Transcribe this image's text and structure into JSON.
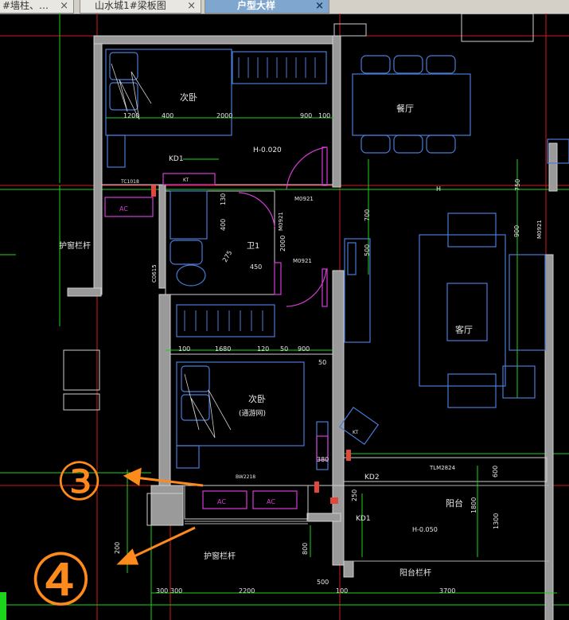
{
  "tabs": [
    {
      "label": "#墙柱、…"
    },
    {
      "label": "山水城1#梁板图"
    },
    {
      "label": "户型大样"
    }
  ],
  "plan": {
    "rooms": {
      "bedroom_top": "次卧",
      "dining": "餐厅",
      "living": "客厅",
      "bedroom_bottom": "次卧",
      "bedroom_bottom_note": "(通游网)",
      "toilet": "卫1",
      "balcony": "阳台"
    },
    "labels": {
      "kd1_top": "KD1",
      "kd1_bottom": "KD1",
      "kd2": "KD2",
      "level_top": "H-0.020",
      "level_bal": "H-0.050",
      "h_mark": "H",
      "m0921_a": "M0921",
      "m0921_b": "M0921",
      "m0921_c": "M0921",
      "m0921_d": "M0921",
      "tc1018": "TC1018",
      "bw2218": "BW2218",
      "tlm2824": "TLM2824",
      "guard_top": "护窗栏杆",
      "guard_bottom": "护窗栏杆",
      "bal_rail": "阳台栏杆",
      "ac": "AC",
      "kt": "KT",
      "c0615": "C0615"
    },
    "dims": {
      "d1200": "1200",
      "d400": "400",
      "d2000": "2000",
      "d900a": "900",
      "d100a": "100",
      "d100b": "100",
      "d1680": "1680",
      "d120": "120",
      "d50": "50",
      "d900b": "900",
      "d50b": "50",
      "d400b": "400",
      "d130": "130",
      "d2000b": "2000",
      "d450": "450",
      "d275": "275",
      "d700": "700",
      "d500": "500",
      "d750": "750",
      "d900c": "900",
      "d380": "380",
      "d200": "200",
      "d600": "600",
      "d1800": "1800",
      "d1300": "1300",
      "d250": "250",
      "d800": "800",
      "b300a": "300",
      "b300b": "300",
      "b2200": "2200",
      "b500": "500",
      "b100": "100",
      "b3700": "3700"
    },
    "annotations": [
      {
        "text": "③",
        "color": "#ff8a1c"
      },
      {
        "text": "④",
        "color": "#ff8a1c"
      }
    ]
  }
}
